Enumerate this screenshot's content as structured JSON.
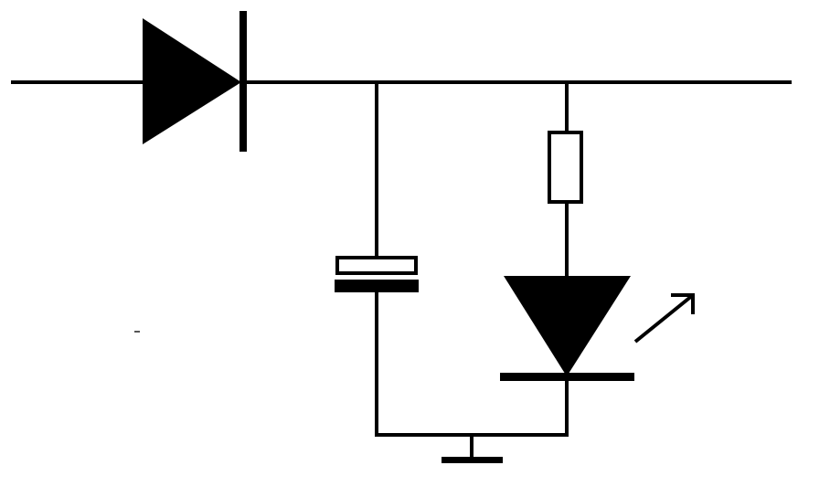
{
  "diagram": {
    "type": "circuit-schematic",
    "components": [
      {
        "kind": "diode",
        "orientation": "pointing-right"
      },
      {
        "kind": "polarized-capacitor"
      },
      {
        "kind": "resistor"
      },
      {
        "kind": "led",
        "orientation": "pointing-down"
      },
      {
        "kind": "ground"
      }
    ],
    "colors": {
      "ink": "#000000",
      "background": "#ffffff"
    }
  }
}
